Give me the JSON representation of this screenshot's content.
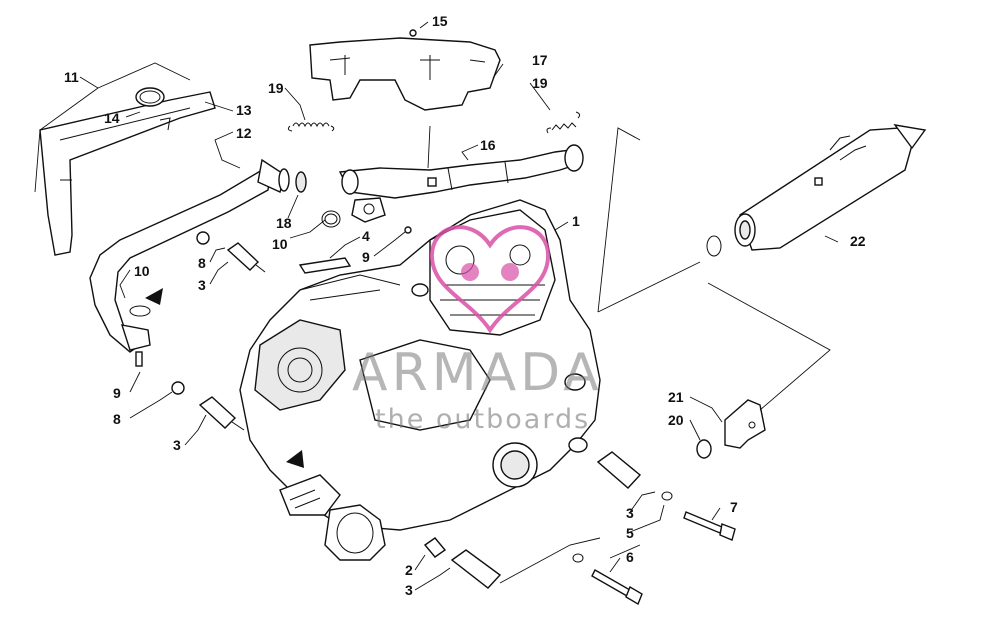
{
  "watermark": {
    "brand": "ARMADA",
    "tagline": "the outboards",
    "accent_color": "#d94fa6"
  },
  "callouts": [
    {
      "id": "c11a",
      "text": "11"
    },
    {
      "id": "c14",
      "text": "14"
    },
    {
      "id": "c13",
      "text": "13"
    },
    {
      "id": "c12",
      "text": "12"
    },
    {
      "id": "c19a",
      "text": "19"
    },
    {
      "id": "c15",
      "text": "15"
    },
    {
      "id": "c17",
      "text": "17"
    },
    {
      "id": "c19b",
      "text": "19"
    },
    {
      "id": "c16",
      "text": "16"
    },
    {
      "id": "c18",
      "text": "18"
    },
    {
      "id": "c10a",
      "text": "10"
    },
    {
      "id": "c4",
      "text": "4"
    },
    {
      "id": "c9a",
      "text": "9"
    },
    {
      "id": "c1",
      "text": "1"
    },
    {
      "id": "c8a",
      "text": "8"
    },
    {
      "id": "c3a",
      "text": "3"
    },
    {
      "id": "c10b",
      "text": "10"
    },
    {
      "id": "c9b",
      "text": "9"
    },
    {
      "id": "c8b",
      "text": "8"
    },
    {
      "id": "c3b",
      "text": "3"
    },
    {
      "id": "c22",
      "text": "22"
    },
    {
      "id": "c21",
      "text": "21"
    },
    {
      "id": "c20",
      "text": "20"
    },
    {
      "id": "c3c",
      "text": "3"
    },
    {
      "id": "c5",
      "text": "5"
    },
    {
      "id": "c7",
      "text": "7"
    },
    {
      "id": "c6",
      "text": "6"
    },
    {
      "id": "c2",
      "text": "2"
    },
    {
      "id": "c3d",
      "text": "3"
    }
  ]
}
